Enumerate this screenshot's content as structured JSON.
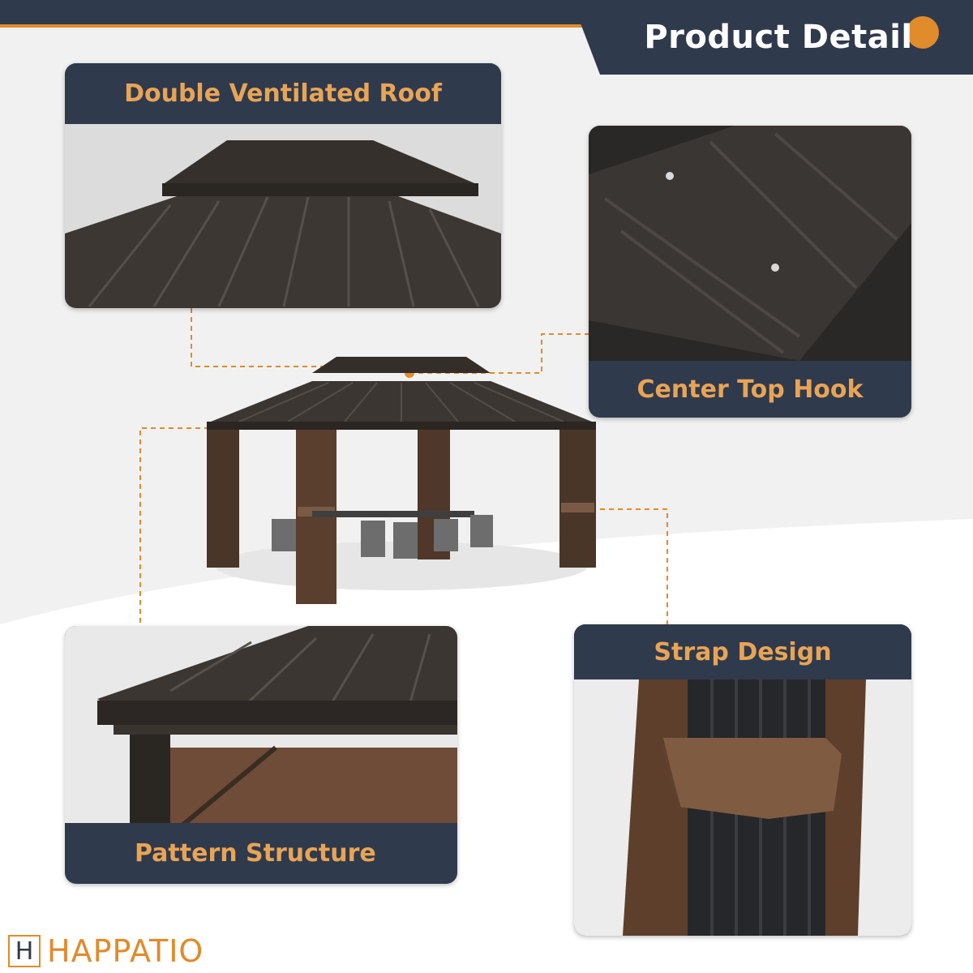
{
  "header": {
    "title": "Product Detail"
  },
  "features": [
    {
      "label": "Double Ventilated Roof"
    },
    {
      "label": "Center Top Hook"
    },
    {
      "label": "Pattern Structure"
    },
    {
      "label": "Strap Design"
    }
  ],
  "brand": {
    "logo_letter": "H",
    "name": "HAPPATIO"
  },
  "colors": {
    "navy": "#2f3a4d",
    "accent": "#e8a455",
    "brand_orange": "#e08b2c",
    "background": "#f1f1f1"
  }
}
